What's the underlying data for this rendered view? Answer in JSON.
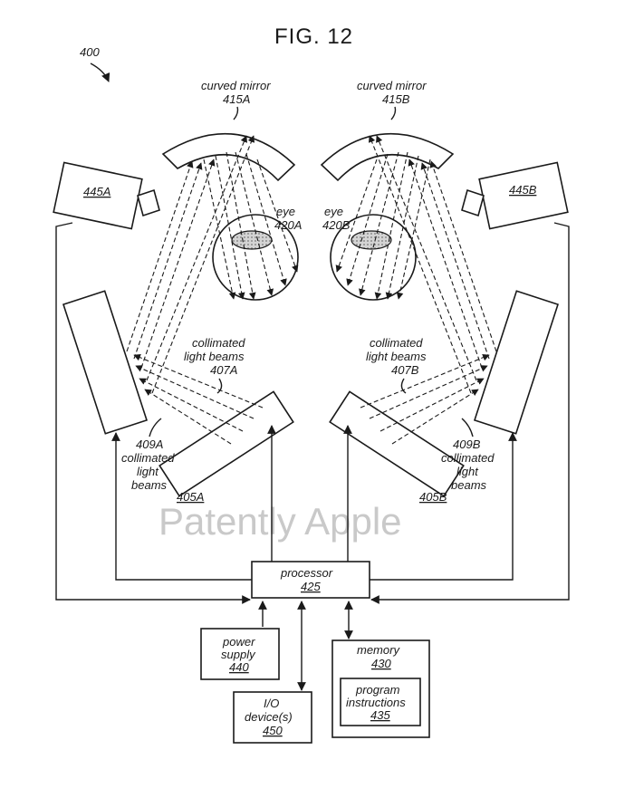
{
  "figure": {
    "title": "FIG. 12",
    "ref": "400",
    "watermark": "Patently Apple"
  },
  "left": {
    "mirror_label": "curved mirror",
    "mirror_num": "415A",
    "eye_label": "eye",
    "eye_num": "420A",
    "camera_num": "445A",
    "beams_label_1": "collimated",
    "beams_label_2": "light beams",
    "beams_num": "407A",
    "beams2_num": "409A",
    "beams2_label_1": "collimated",
    "beams2_label_2": "light",
    "beams2_label_3": "beams",
    "projector_num": "405A"
  },
  "right": {
    "mirror_label": "curved mirror",
    "mirror_num": "415B",
    "eye_label": "eye",
    "eye_num": "420B",
    "camera_num": "445B",
    "beams_label_1": "collimated",
    "beams_label_2": "light beams",
    "beams_num": "407B",
    "beams2_num": "409B",
    "beams2_label_1": "collimated",
    "beams2_label_2": "light",
    "beams2_label_3": "beams",
    "projector_num": "405B"
  },
  "processor": {
    "label": "processor",
    "num": "425"
  },
  "power": {
    "label_1": "power",
    "label_2": "supply",
    "num": "440"
  },
  "io": {
    "label_1": "I/O",
    "label_2": "device(s)",
    "num": "450"
  },
  "memory": {
    "label": "memory",
    "num": "430"
  },
  "program": {
    "label_1": "program",
    "label_2": "instructions",
    "num": "435"
  }
}
